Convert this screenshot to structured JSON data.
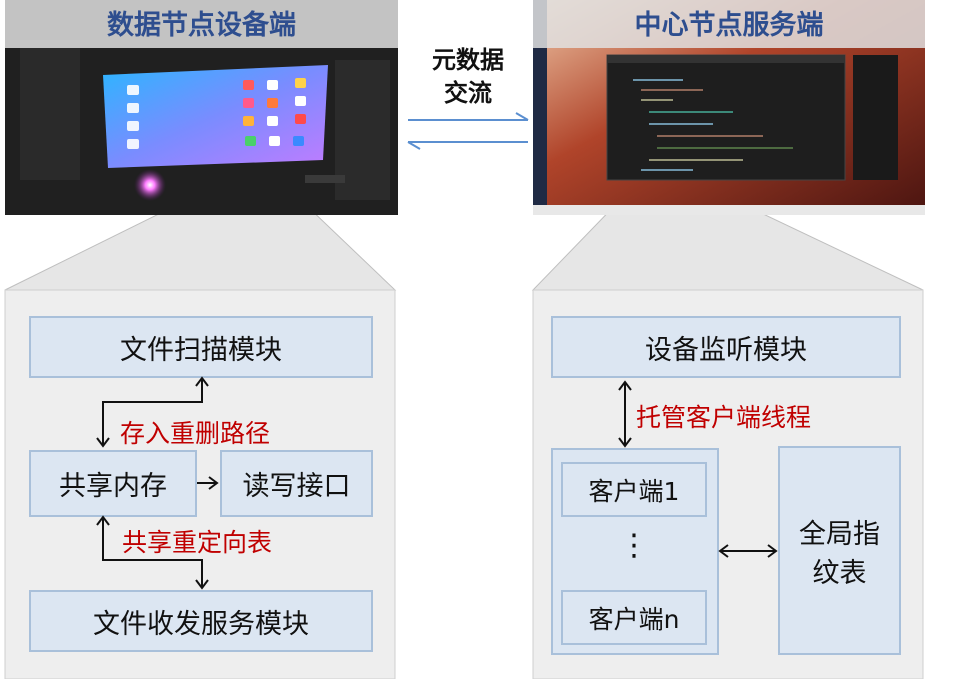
{
  "left": {
    "title": "数据节点设备端",
    "modules": {
      "file_scan": "文件扫描模块",
      "shared_memory": "共享内存",
      "read_write": "读写接口",
      "file_transfer": "文件收发服务模块"
    },
    "labels": {
      "store_paths": "存入重删路径",
      "shared_table": "共享重定向表"
    }
  },
  "center": {
    "exchange_line1": "元数据",
    "exchange_line2": "交流"
  },
  "right": {
    "title": "中心节点服务端",
    "modules": {
      "device_listen": "设备监听模块",
      "client1": "客户端1",
      "ellipsis": "⋮",
      "clientn": "客户端n",
      "global_fp_line1": "全局指",
      "global_fp_line2": "纹表"
    },
    "labels": {
      "host_threads": "托管客户端线程"
    }
  }
}
